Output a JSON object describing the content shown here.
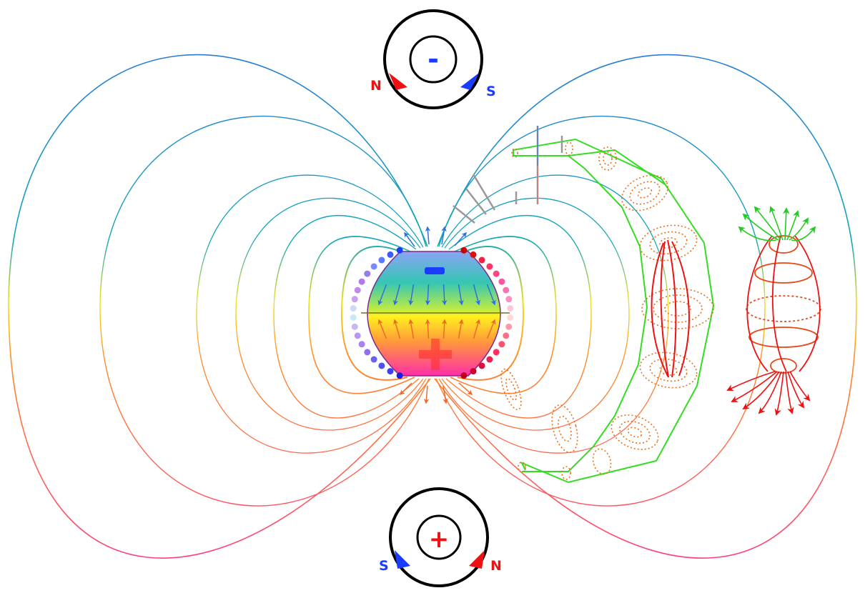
{
  "top_symbol": {
    "sign": "-",
    "left_pole": "N",
    "right_pole": "S"
  },
  "bottom_symbol": {
    "sign": "+",
    "left_pole": "S",
    "right_pole": "N"
  },
  "magnet": {
    "upper_sign": "-",
    "lower_sign": "+"
  },
  "colors": {
    "negative": "#1a3cff",
    "positive": "#ff1a1a",
    "field_top": "#2f6fe0",
    "field_mid": "#f0e020",
    "field_bottom": "#ff3d86",
    "shell": "#33dd22",
    "dots": "#e8701a",
    "vortex": "#e8481a",
    "jet_up": "#22cc22",
    "jet_down": "#ee1111"
  },
  "icons": [
    "up-arrow-icon",
    "down-arrow-icon",
    "circular-arrow-icon",
    "needle-icon"
  ]
}
